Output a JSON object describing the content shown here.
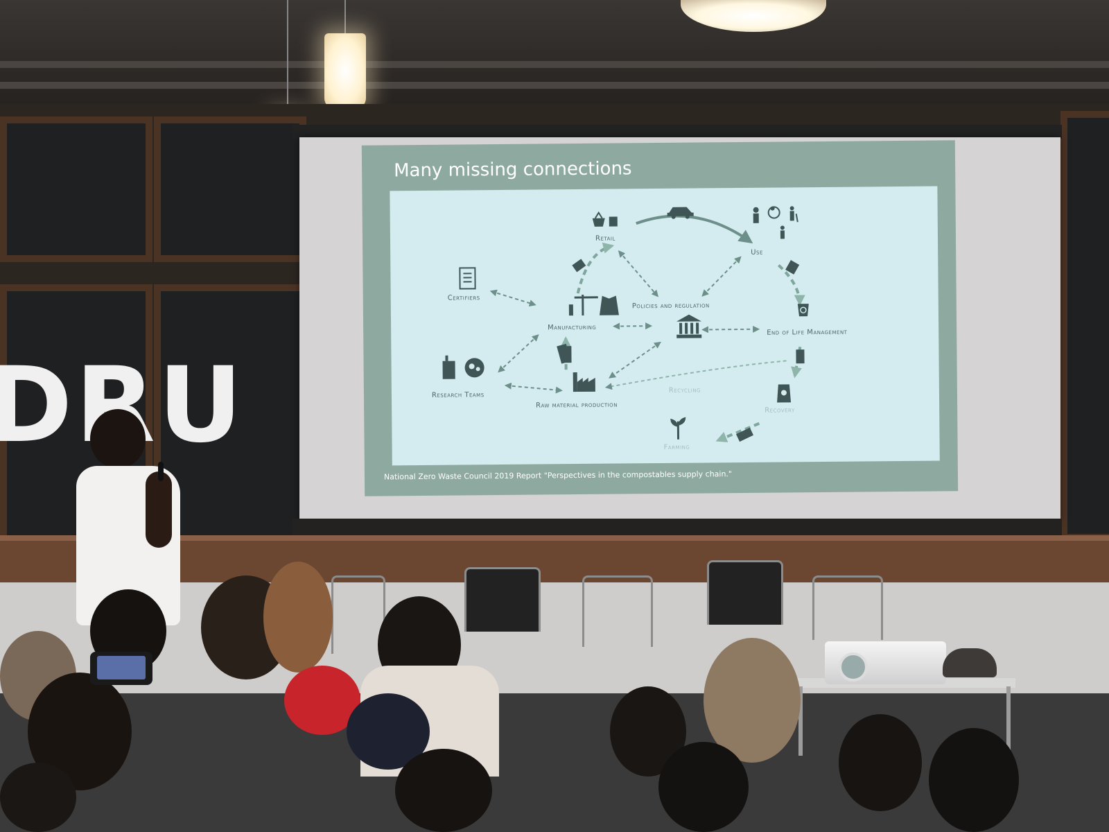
{
  "venue": {
    "sign_text": "DRU"
  },
  "slide": {
    "title": "Many missing connections",
    "caption": "National Zero Waste Council 2019 Report \"Perspectives in the compostables supply chain.\"",
    "nodes": {
      "retail": "Retail",
      "use": "Use",
      "certifiers": "Certifiers",
      "policies": "Policies and regulation",
      "manufacturing": "Manufacturing",
      "end_of_life": "End of Life Management",
      "research": "Research Teams",
      "raw_material": "Raw material production",
      "recycling": "Recycling",
      "recovery": "Recovery",
      "farming": "Farming"
    },
    "icons": [
      "basket-icon",
      "shop-icon",
      "car-icon",
      "people-icon",
      "wheelchair-icon",
      "walker-icon",
      "truck-icon",
      "checklist-icon",
      "crane-icon",
      "bottle-icon",
      "clothing-icon",
      "government-building-icon",
      "recycle-bin-icon",
      "lab-icon",
      "brain-gears-icon",
      "factory-icon",
      "compost-bag-icon",
      "seedling-icon"
    ]
  }
}
